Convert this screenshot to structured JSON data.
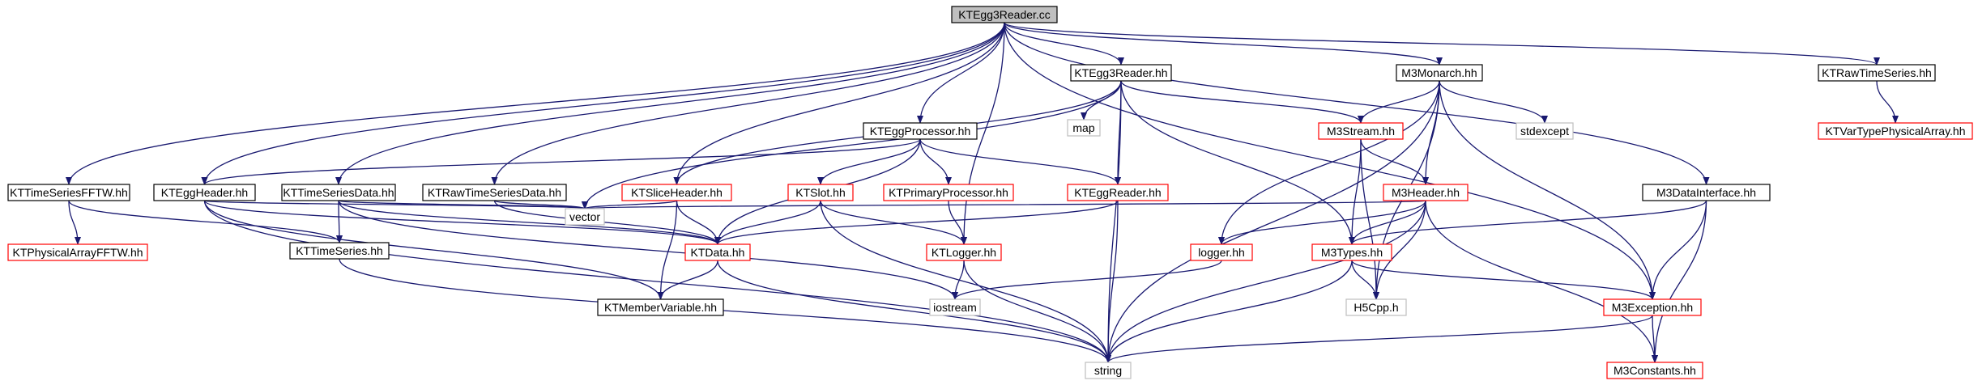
{
  "diagram": {
    "type": "include-dependency-graph",
    "colors": {
      "edge": "#191970",
      "root_fill": "#bfbfbf",
      "border_documented": "#000000",
      "border_undocumented": "#ff0000",
      "border_system": "#bfbfbf"
    },
    "nodes": [
      {
        "id": "root",
        "label": "KTEgg3Reader.cc",
        "style": "root"
      },
      {
        "id": "kttsfftw",
        "label": "KTTimeSeriesFFTW.hh",
        "style": "documented"
      },
      {
        "id": "ktpafftw",
        "label": "KTPhysicalArrayFFTW.hh",
        "style": "undocumented"
      },
      {
        "id": "kteggheader",
        "label": "KTEggHeader.hh",
        "style": "documented"
      },
      {
        "id": "kttsdata",
        "label": "KTTimeSeriesData.hh",
        "style": "documented"
      },
      {
        "id": "ktts",
        "label": "KTTimeSeries.hh",
        "style": "documented"
      },
      {
        "id": "ktrawtsdata",
        "label": "KTRawTimeSeriesData.hh",
        "style": "documented"
      },
      {
        "id": "ktegg3readerhh",
        "label": "KTEgg3Reader.hh",
        "style": "documented"
      },
      {
        "id": "map",
        "label": "map",
        "style": "system"
      },
      {
        "id": "kteggproc",
        "label": "KTEggProcessor.hh",
        "style": "documented"
      },
      {
        "id": "ktsliceheader",
        "label": "KTSliceHeader.hh",
        "style": "undocumented"
      },
      {
        "id": "ktslot",
        "label": "KTSlot.hh",
        "style": "undocumented"
      },
      {
        "id": "ktprimproc",
        "label": "KTPrimaryProcessor.hh",
        "style": "undocumented"
      },
      {
        "id": "kteggreader",
        "label": "KTEggReader.hh",
        "style": "undocumented"
      },
      {
        "id": "vector",
        "label": "vector",
        "style": "system"
      },
      {
        "id": "ktdata",
        "label": "KTData.hh",
        "style": "undocumented"
      },
      {
        "id": "ktmembervar",
        "label": "KTMemberVariable.hh",
        "style": "documented"
      },
      {
        "id": "ktlogger",
        "label": "KTLogger.hh",
        "style": "undocumented"
      },
      {
        "id": "iostream",
        "label": "iostream",
        "style": "system"
      },
      {
        "id": "string",
        "label": "string",
        "style": "system"
      },
      {
        "id": "m3monarch",
        "label": "M3Monarch.hh",
        "style": "documented"
      },
      {
        "id": "m3stream",
        "label": "M3Stream.hh",
        "style": "undocumented"
      },
      {
        "id": "stdexcept",
        "label": "stdexcept",
        "style": "system"
      },
      {
        "id": "m3header",
        "label": "M3Header.hh",
        "style": "undocumented"
      },
      {
        "id": "loggerhh",
        "label": "logger.hh",
        "style": "undocumented"
      },
      {
        "id": "m3types",
        "label": "M3Types.hh",
        "style": "undocumented"
      },
      {
        "id": "h5cpp",
        "label": "H5Cpp.h",
        "style": "system"
      },
      {
        "id": "m3exception",
        "label": "M3Exception.hh",
        "style": "undocumented"
      },
      {
        "id": "m3constants",
        "label": "M3Constants.hh",
        "style": "undocumented"
      },
      {
        "id": "m3datainterface",
        "label": "M3DataInterface.hh",
        "style": "documented"
      },
      {
        "id": "ktrawts",
        "label": "KTRawTimeSeries.hh",
        "style": "documented"
      },
      {
        "id": "ktvartype",
        "label": "KTVarTypePhysicalArray.hh",
        "style": "undocumented"
      }
    ],
    "edges": [
      [
        "root",
        "kttsfftw"
      ],
      [
        "root",
        "kteggheader"
      ],
      [
        "root",
        "kttsdata"
      ],
      [
        "root",
        "ktrawtsdata"
      ],
      [
        "root",
        "ktsliceheader"
      ],
      [
        "root",
        "kteggproc"
      ],
      [
        "root",
        "ktlogger"
      ],
      [
        "root",
        "ktegg3readerhh"
      ],
      [
        "root",
        "m3monarch"
      ],
      [
        "root",
        "m3datainterface"
      ],
      [
        "root",
        "m3exception"
      ],
      [
        "root",
        "ktrawts"
      ],
      [
        "kttsfftw",
        "ktpafftw"
      ],
      [
        "kttsfftw",
        "ktts"
      ],
      [
        "kteggheader",
        "vector"
      ],
      [
        "kteggheader",
        "ktdata"
      ],
      [
        "kteggheader",
        "ktmembervar"
      ],
      [
        "kteggheader",
        "string"
      ],
      [
        "kttsdata",
        "ktts"
      ],
      [
        "kttsdata",
        "ktdata"
      ],
      [
        "kttsdata",
        "vector"
      ],
      [
        "kttsdata",
        "iostream"
      ],
      [
        "ktts",
        "string"
      ],
      [
        "ktrawtsdata",
        "ktdata"
      ],
      [
        "ktrawtsdata",
        "vector"
      ],
      [
        "ktegg3readerhh",
        "map"
      ],
      [
        "ktegg3readerhh",
        "kteggreader"
      ],
      [
        "ktegg3readerhh",
        "vector"
      ],
      [
        "ktegg3readerhh",
        "ktsliceheader"
      ],
      [
        "ktegg3readerhh",
        "m3stream"
      ],
      [
        "ktegg3readerhh",
        "m3types"
      ],
      [
        "ktegg3readerhh",
        "string"
      ],
      [
        "kteggproc",
        "kteggheader"
      ],
      [
        "kteggproc",
        "ktslot"
      ],
      [
        "kteggproc",
        "ktprimproc"
      ],
      [
        "kteggproc",
        "kteggreader"
      ],
      [
        "kteggproc",
        "ktdata"
      ],
      [
        "ktsliceheader",
        "ktdata"
      ],
      [
        "ktsliceheader",
        "vector"
      ],
      [
        "ktsliceheader",
        "ktmembervar"
      ],
      [
        "ktslot",
        "ktdata"
      ],
      [
        "ktslot",
        "ktlogger"
      ],
      [
        "ktslot",
        "string"
      ],
      [
        "ktprimproc",
        "ktlogger"
      ],
      [
        "kteggreader",
        "ktdata"
      ],
      [
        "kteggreader",
        "string"
      ],
      [
        "ktdata",
        "ktmembervar"
      ],
      [
        "ktdata",
        "string"
      ],
      [
        "ktlogger",
        "iostream"
      ],
      [
        "ktlogger",
        "string"
      ],
      [
        "m3monarch",
        "m3stream"
      ],
      [
        "m3monarch",
        "stdexcept"
      ],
      [
        "m3monarch",
        "m3header"
      ],
      [
        "m3monarch",
        "loggerhh"
      ],
      [
        "m3monarch",
        "h5cpp"
      ],
      [
        "m3monarch",
        "m3exception"
      ],
      [
        "m3monarch",
        "string"
      ],
      [
        "m3stream",
        "m3header"
      ],
      [
        "m3stream",
        "m3types"
      ],
      [
        "m3stream",
        "h5cpp"
      ],
      [
        "m3header",
        "vector"
      ],
      [
        "m3header",
        "loggerhh"
      ],
      [
        "m3header",
        "m3types"
      ],
      [
        "m3header",
        "h5cpp"
      ],
      [
        "m3header",
        "string"
      ],
      [
        "m3header",
        "m3constants"
      ],
      [
        "loggerhh",
        "iostream"
      ],
      [
        "m3types",
        "h5cpp"
      ],
      [
        "m3types",
        "m3exception"
      ],
      [
        "m3types",
        "string"
      ],
      [
        "m3exception",
        "m3constants"
      ],
      [
        "m3exception",
        "string"
      ],
      [
        "m3datainterface",
        "m3types"
      ],
      [
        "m3datainterface",
        "m3exception"
      ],
      [
        "m3datainterface",
        "m3constants"
      ],
      [
        "ktrawts",
        "ktvartype"
      ]
    ]
  }
}
